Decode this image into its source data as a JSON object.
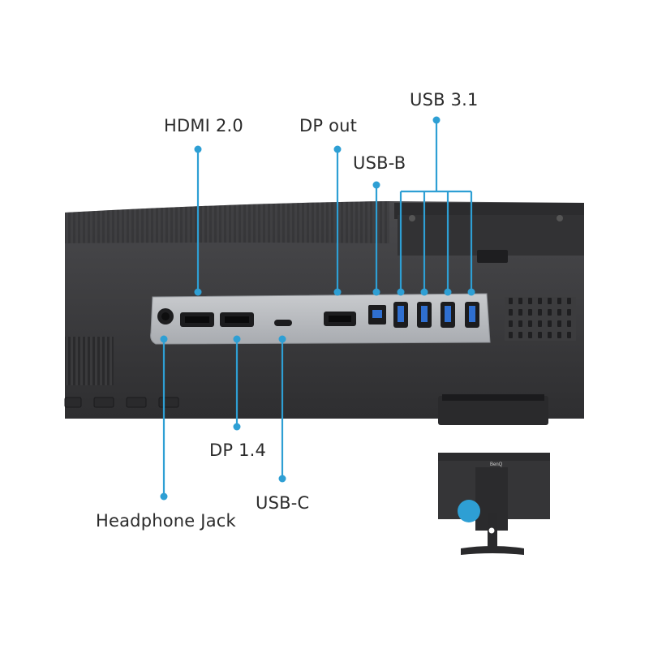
{
  "labels": {
    "hdmi": "HDMI 2.0",
    "dp_out": "DP out",
    "usb_b": "USB-B",
    "usb31": "USB 3.1",
    "dp14": "DP 1.4",
    "usbc": "USB-C",
    "headphone": "Headphone Jack"
  },
  "brand": "BenQ",
  "colors": {
    "callout": "#2e9fd4",
    "body": "#38383a",
    "panel": "#b9bcc0",
    "text": "#2b2b2b"
  }
}
